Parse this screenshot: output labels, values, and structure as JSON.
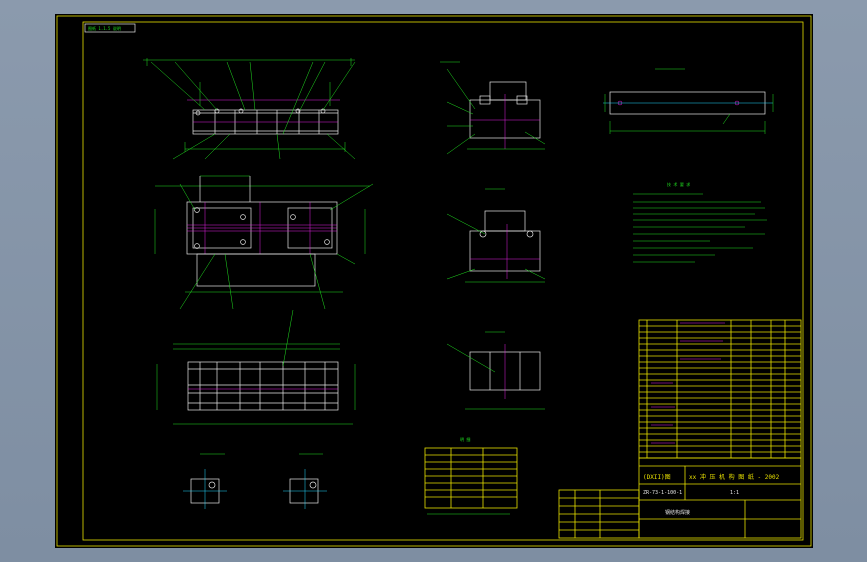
{
  "drawing": {
    "corner_tag": "图纸 1.1.5 说明",
    "notes_heading": "技 术 要 求",
    "parts_table_heading": "明 细",
    "title_block": {
      "company": "(DXII)图",
      "title": "xx 冲 压 机 构 图 纸 - 2002",
      "drawing_no": "ZR-73-1-100-1",
      "scale": "1:1",
      "material": "钢结构焊接"
    }
  },
  "colors": {
    "sheet_background": "#000000",
    "border": "#e8e000",
    "outline": "#e6e6e6",
    "dimensions": "#20e020",
    "hidden_lines": "#e020e0",
    "center_lines": "#22d8ff"
  }
}
